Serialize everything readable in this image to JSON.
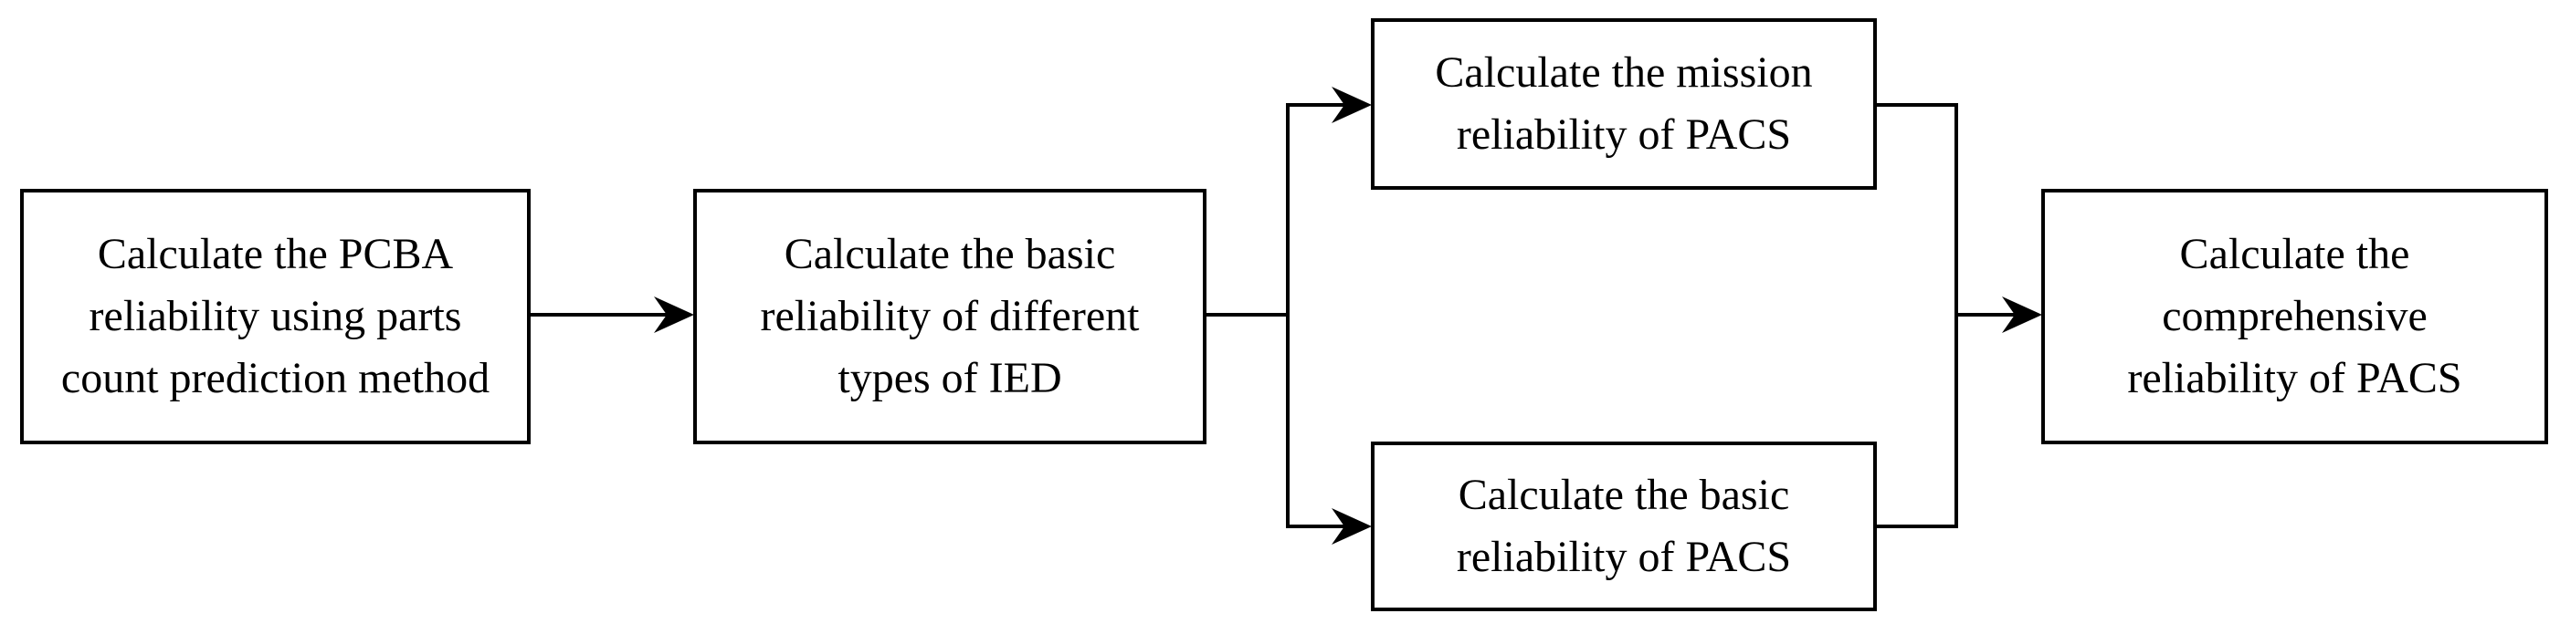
{
  "diagram": {
    "nodes": [
      {
        "id": "pcba",
        "label": "Calculate the PCBA\nreliability using parts\ncount prediction method"
      },
      {
        "id": "ied",
        "label": "Calculate the basic\nreliability of different\ntypes of IED"
      },
      {
        "id": "mission",
        "label": "Calculate the mission\nreliability of  PACS"
      },
      {
        "id": "basic",
        "label": "Calculate the basic\nreliability of  PACS"
      },
      {
        "id": "comprehensive",
        "label": "Calculate the\ncomprehensive\nreliability of  PACS"
      }
    ],
    "edges": [
      {
        "from": "pcba",
        "to": "ied"
      },
      {
        "from": "ied",
        "to": "mission"
      },
      {
        "from": "ied",
        "to": "basic"
      },
      {
        "from": "mission",
        "to": "comprehensive"
      },
      {
        "from": "basic",
        "to": "comprehensive"
      }
    ],
    "colors": {
      "stroke": "#000000",
      "fill": "#ffffff"
    }
  }
}
